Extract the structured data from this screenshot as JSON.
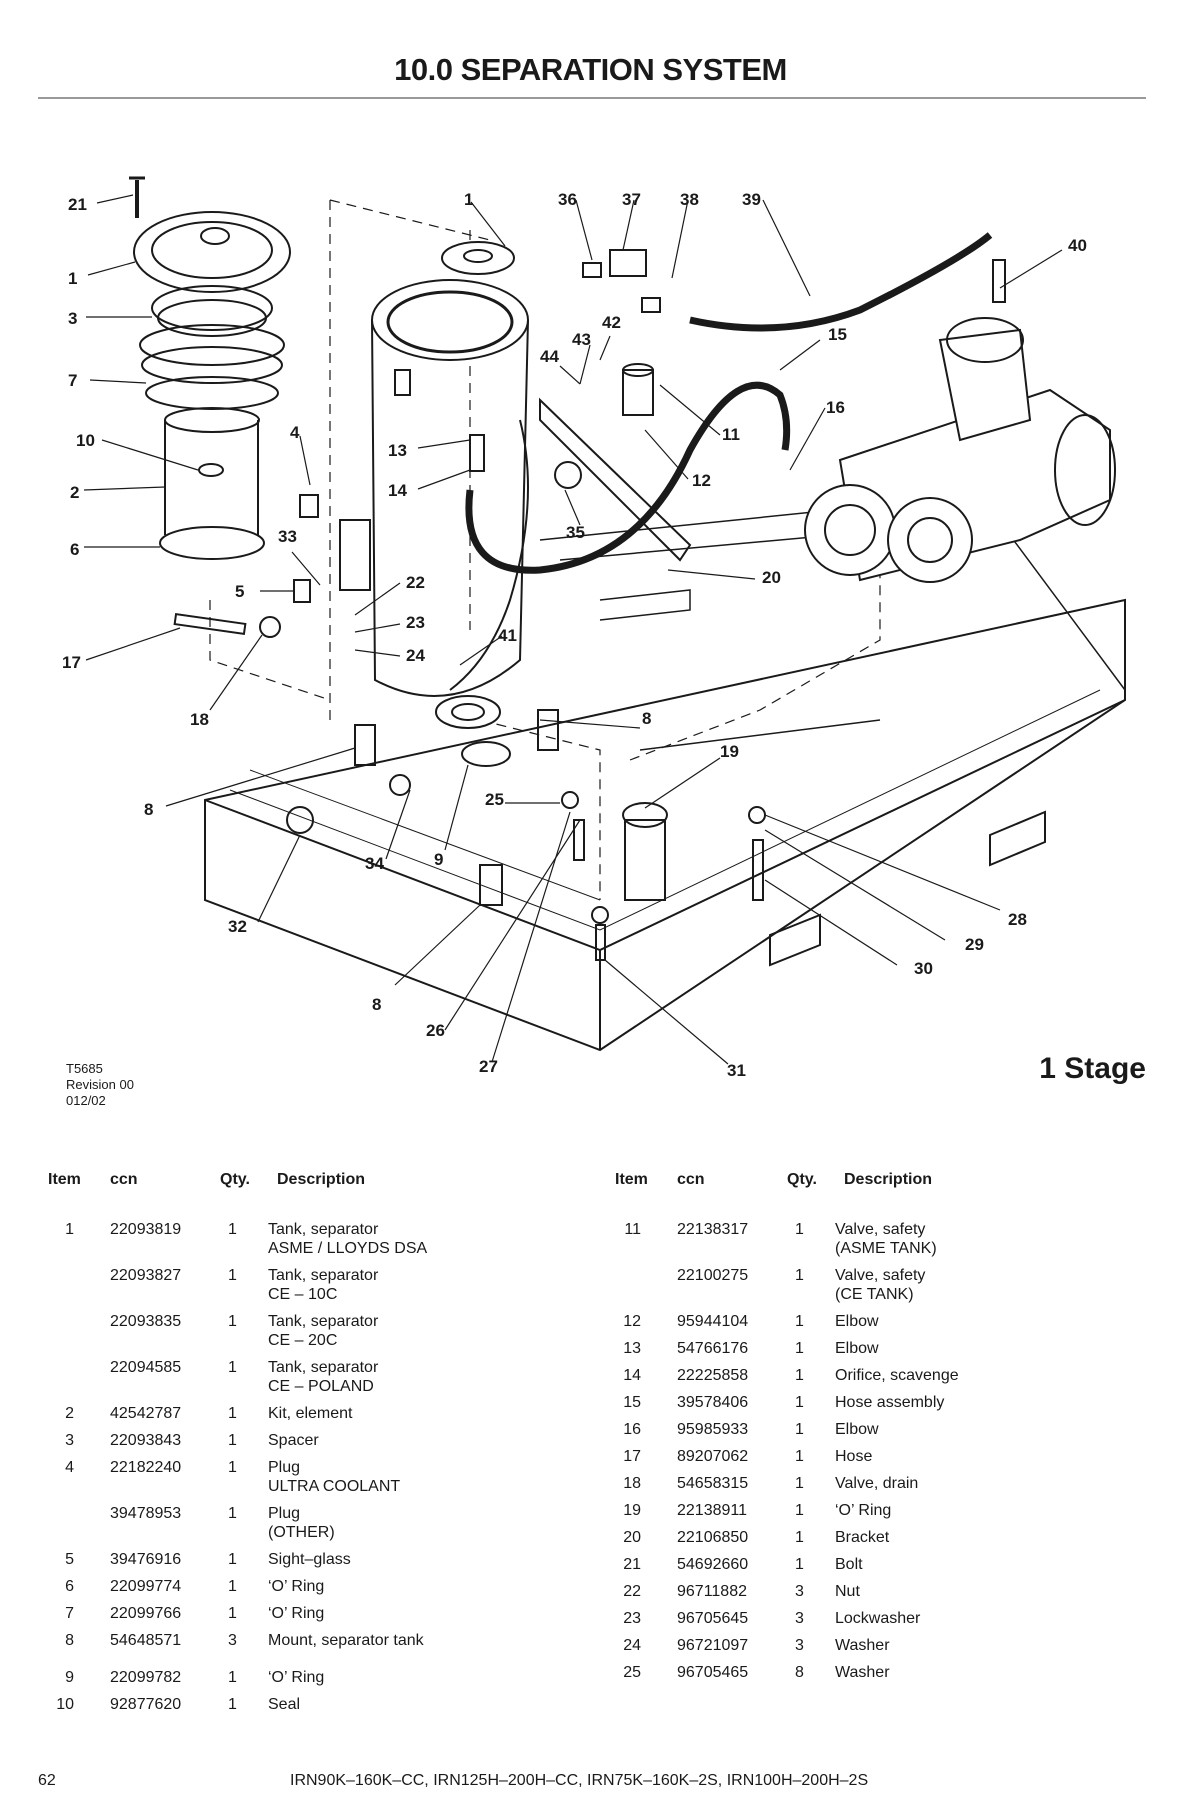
{
  "page": {
    "title": "10.0 SEPARATION SYSTEM",
    "page_number": "62",
    "models": "IRN90K–160K–CC, IRN125H–200H–CC, IRN75K–160K–2S, IRN100H–200H–2S"
  },
  "drawing": {
    "id": "T5685",
    "revision": "Revision 00",
    "date": "012/02",
    "stage_label": "1 Stage",
    "callouts": [
      "21",
      "1",
      "3",
      "7",
      "10",
      "2",
      "6",
      "4",
      "33",
      "5",
      "17",
      "18",
      "8",
      "13",
      "14",
      "22",
      "23",
      "24",
      "41",
      "1",
      "36",
      "37",
      "38",
      "39",
      "40",
      "44",
      "43",
      "42",
      "15",
      "16",
      "11",
      "12",
      "35",
      "20",
      "8",
      "19",
      "25",
      "9",
      "34",
      "32",
      "8",
      "26",
      "27",
      "31",
      "28",
      "29",
      "30"
    ]
  },
  "parts_table": {
    "headers": {
      "item": "Item",
      "ccn": "ccn",
      "qty": "Qty.",
      "description": "Description"
    },
    "left": [
      {
        "item": "1",
        "ccn": "22093819",
        "qty": "1",
        "desc": [
          "Tank, separator",
          "ASME / LLOYDS DSA"
        ]
      },
      {
        "item": "",
        "ccn": "22093827",
        "qty": "1",
        "desc": [
          "Tank, separator",
          "CE – 10C"
        ]
      },
      {
        "item": "",
        "ccn": "22093835",
        "qty": "1",
        "desc": [
          "Tank, separator",
          "CE – 20C"
        ]
      },
      {
        "item": "",
        "ccn": "22094585",
        "qty": "1",
        "desc": [
          "Tank, separator",
          "CE – POLAND"
        ]
      },
      {
        "item": "2",
        "ccn": "42542787",
        "qty": "1",
        "desc": [
          "Kit, element"
        ]
      },
      {
        "item": "3",
        "ccn": "22093843",
        "qty": "1",
        "desc": [
          "Spacer"
        ]
      },
      {
        "item": "4",
        "ccn": "22182240",
        "qty": "1",
        "desc": [
          "Plug",
          "ULTRA COOLANT"
        ]
      },
      {
        "item": "",
        "ccn": "39478953",
        "qty": "1",
        "desc": [
          "Plug",
          "(OTHER)"
        ]
      },
      {
        "item": "5",
        "ccn": "39476916",
        "qty": "1",
        "desc": [
          "Sight–glass"
        ]
      },
      {
        "item": "6",
        "ccn": "22099774",
        "qty": "1",
        "desc": [
          "‘O’ Ring"
        ]
      },
      {
        "item": "7",
        "ccn": "22099766",
        "qty": "1",
        "desc": [
          "‘O’ Ring"
        ]
      },
      {
        "item": "8",
        "ccn": "54648571",
        "qty": "3",
        "desc": [
          "Mount, separator tank"
        ]
      },
      {
        "item": "9",
        "ccn": "22099782",
        "qty": "1",
        "desc": [
          "‘O’ Ring"
        ]
      },
      {
        "item": "10",
        "ccn": "92877620",
        "qty": "1",
        "desc": [
          "Seal"
        ]
      }
    ],
    "right": [
      {
        "item": "11",
        "ccn": "22138317",
        "qty": "1",
        "desc": [
          "Valve, safety",
          "(ASME TANK)"
        ]
      },
      {
        "item": "",
        "ccn": "22100275",
        "qty": "1",
        "desc": [
          "Valve, safety",
          "(CE TANK)"
        ]
      },
      {
        "item": "12",
        "ccn": "95944104",
        "qty": "1",
        "desc": [
          "Elbow"
        ]
      },
      {
        "item": "13",
        "ccn": "54766176",
        "qty": "1",
        "desc": [
          "Elbow"
        ]
      },
      {
        "item": "14",
        "ccn": "22225858",
        "qty": "1",
        "desc": [
          "Orifice, scavenge"
        ]
      },
      {
        "item": "15",
        "ccn": "39578406",
        "qty": "1",
        "desc": [
          "Hose assembly"
        ]
      },
      {
        "item": "16",
        "ccn": "95985933",
        "qty": "1",
        "desc": [
          "Elbow"
        ]
      },
      {
        "item": "17",
        "ccn": "89207062",
        "qty": "1",
        "desc": [
          "Hose"
        ]
      },
      {
        "item": "18",
        "ccn": "54658315",
        "qty": "1",
        "desc": [
          "Valve, drain"
        ]
      },
      {
        "item": "19",
        "ccn": "22138911",
        "qty": "1",
        "desc": [
          "‘O’ Ring"
        ]
      },
      {
        "item": "20",
        "ccn": "22106850",
        "qty": "1",
        "desc": [
          "Bracket"
        ]
      },
      {
        "item": "21",
        "ccn": "54692660",
        "qty": "1",
        "desc": [
          "Bolt"
        ]
      },
      {
        "item": "22",
        "ccn": "96711882",
        "qty": "3",
        "desc": [
          "Nut"
        ]
      },
      {
        "item": "23",
        "ccn": "96705645",
        "qty": "3",
        "desc": [
          "Lockwasher"
        ]
      },
      {
        "item": "24",
        "ccn": "96721097",
        "qty": "3",
        "desc": [
          "Washer"
        ]
      },
      {
        "item": "25",
        "ccn": "96705465",
        "qty": "8",
        "desc": [
          "Washer"
        ]
      }
    ]
  }
}
